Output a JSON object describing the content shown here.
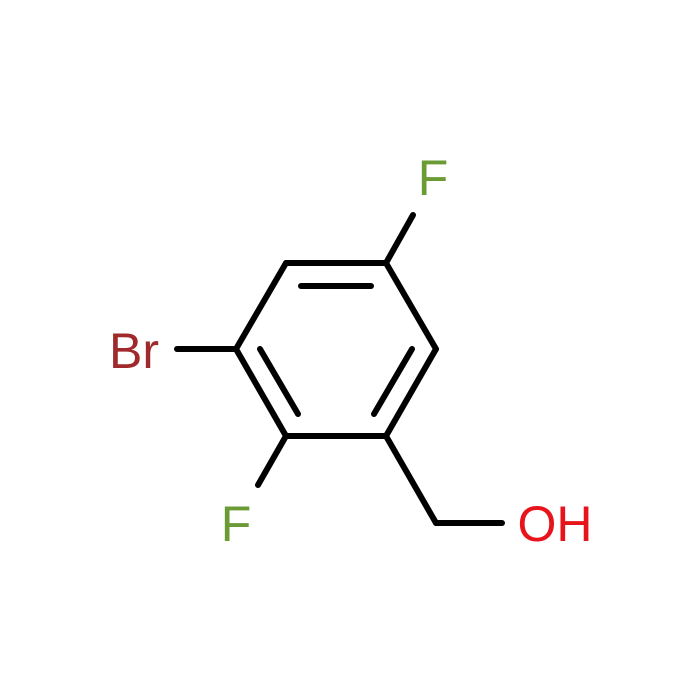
{
  "atoms": [
    {
      "id": "F_top",
      "label": "F",
      "color": "#6a9b35"
    },
    {
      "id": "Br",
      "label": "Br",
      "color": "#a0292b"
    },
    {
      "id": "F_bottom",
      "label": "F",
      "color": "#6a9b35"
    },
    {
      "id": "OH",
      "label": "OH",
      "color": "#e8141b"
    }
  ],
  "colors": {
    "bond": "#000000",
    "background": "#ffffff"
  }
}
